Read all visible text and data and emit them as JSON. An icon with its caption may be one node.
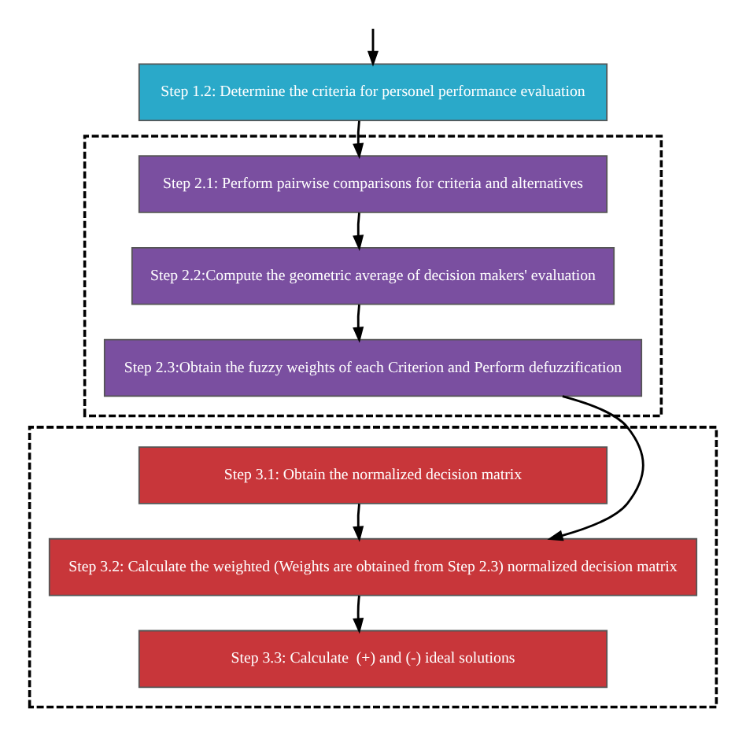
{
  "diagram": {
    "nodes": [
      {
        "text": [
          "Step 1.2: Determine the criteria for personel performance evaluation"
        ]
      },
      {
        "text": [],
        "shape": "box"
      },
      {
        "text": [
          "Step 2.1: Perform pairwise comparisons for criteria and alternatives"
        ],
        "in": 1
      },
      {
        "text": [
          "Step 2.2:Compute the geometric average of decision makers' evaluation"
        ],
        "in": 1
      },
      {
        "text": [
          "Step 2.3:Obtain the fuzzy weights of each Criterion and Perform defuzzification"
        ],
        "in": 1
      },
      {
        "text": [],
        "shape": "box"
      },
      {
        "text": [
          "Step 3.1: Obtain the normalized decision matrix"
        ],
        "in": 5
      },
      {
        "text": [
          "Step 3.2: Calculate the weighted (Weights are obtained from Step 2.3) normalized decision matrix"
        ],
        "in": 5
      },
      {
        "text": [
          "Step 3.3: Calculate  (+) and (-) ideal solutions"
        ],
        "in": 5
      }
    ],
    "edges": [
      {
        "from": null,
        "to": 0,
        "arrow": "to"
      },
      {
        "from": 0,
        "to": 2,
        "arrow": "to"
      },
      {
        "from": 2,
        "to": 3,
        "arrow": "to"
      },
      {
        "from": 3,
        "to": 4,
        "arrow": "to"
      },
      {
        "from": 4,
        "to": 7,
        "arrow": "to"
      },
      {
        "from": 6,
        "to": 7,
        "arrow": "to"
      },
      {
        "from": 7,
        "to": 8,
        "arrow": "to"
      }
    ]
  }
}
